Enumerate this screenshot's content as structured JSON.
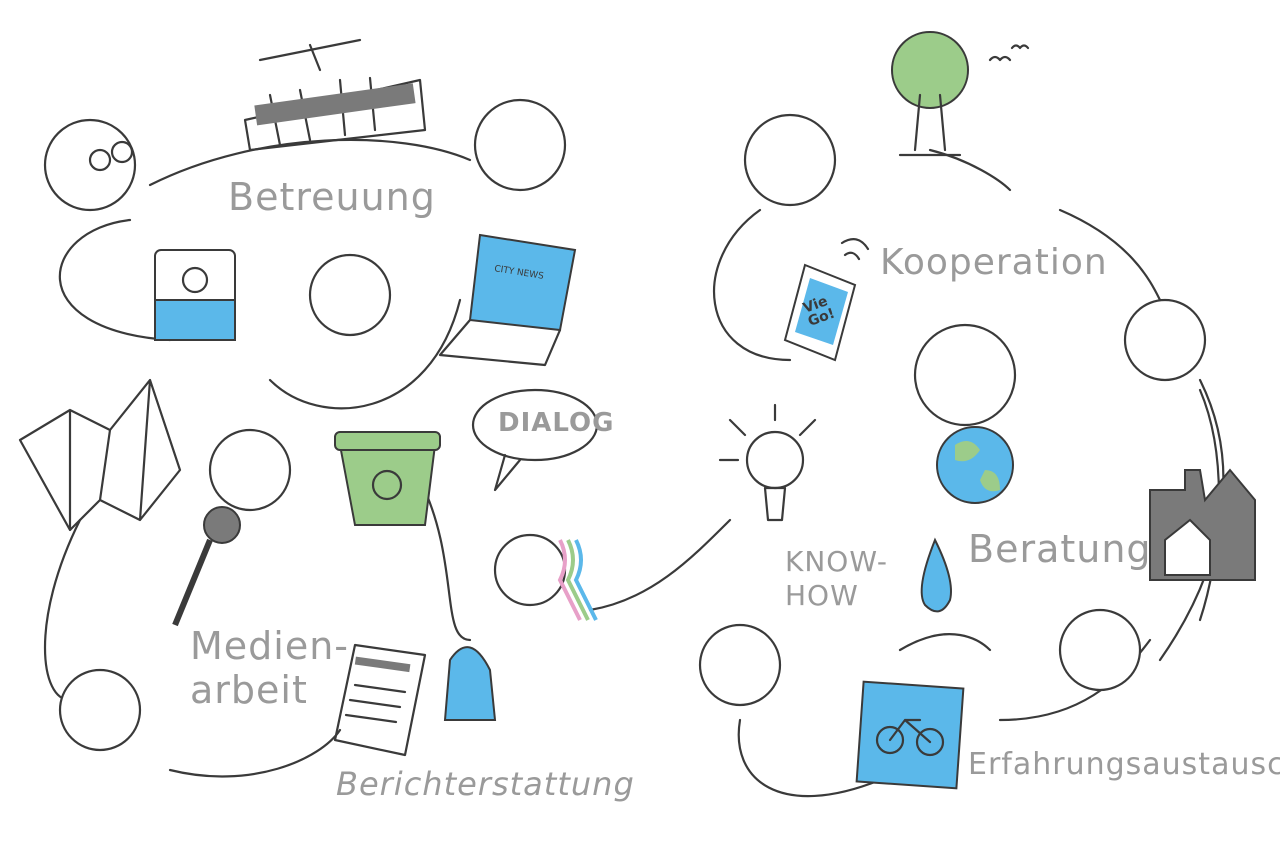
{
  "labels": {
    "betreuung": "Betreuung",
    "kooperation": "Kooperation",
    "dialog": "DIALOG",
    "know_how": "KNOW-\nHOW",
    "beratung": "Beratung",
    "medienarbeit": "Medien-\narbeit",
    "berichterstattung": "Berichterstattung",
    "erfahrungsaustausch": "Erfahrungsaustausch"
  },
  "props": {
    "laptop_screen": "CITY NEWS",
    "phone_screen": "Vie Go!"
  },
  "colors": {
    "blue": "#5bb8ea",
    "green": "#9ccc8a",
    "gray": "#7a7a7a",
    "ink": "#3a3a3a",
    "label": "#9a9a9a"
  }
}
